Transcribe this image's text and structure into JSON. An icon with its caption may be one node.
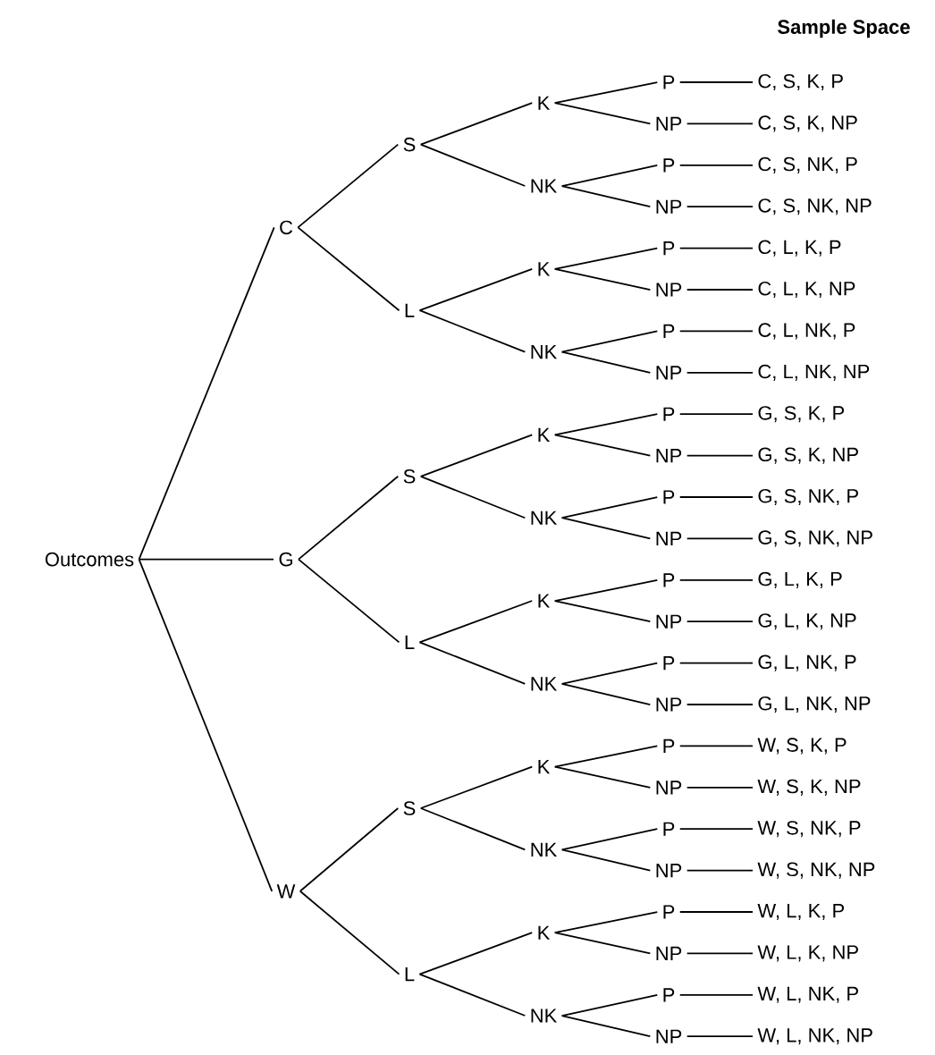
{
  "diagram": {
    "nodes": [
      {
        "text": [
          "Outcomes"
        ]
      },
      {
        "text": [
          "C"
        ]
      },
      {
        "text": [
          "S"
        ]
      },
      {
        "text": [
          "K"
        ]
      },
      {
        "text": [
          "P"
        ]
      },
      {
        "text": [
          "C, S, K, P"
        ]
      },
      {
        "text": [
          "NP"
        ]
      },
      {
        "text": [
          "C, S, K, NP"
        ]
      },
      {
        "text": [
          "NK"
        ]
      },
      {
        "text": [
          "P"
        ]
      },
      {
        "text": [
          "C, S, NK, P"
        ]
      },
      {
        "text": [
          "NP"
        ]
      },
      {
        "text": [
          "C, S, NK, NP"
        ]
      },
      {
        "text": [
          "L"
        ]
      },
      {
        "text": [
          "K"
        ]
      },
      {
        "text": [
          "P"
        ]
      },
      {
        "text": [
          "C, L, K, P"
        ]
      },
      {
        "text": [
          "NP"
        ]
      },
      {
        "text": [
          "C, L, K, NP"
        ]
      },
      {
        "text": [
          "NK"
        ]
      },
      {
        "text": [
          "P"
        ]
      },
      {
        "text": [
          "C, L, NK, P"
        ]
      },
      {
        "text": [
          "NP"
        ]
      },
      {
        "text": [
          "C, L, NK, NP"
        ]
      },
      {
        "text": [
          "G"
        ]
      },
      {
        "text": [
          "S"
        ]
      },
      {
        "text": [
          "K"
        ]
      },
      {
        "text": [
          "P"
        ]
      },
      {
        "text": [
          "G, S, K, P"
        ]
      },
      {
        "text": [
          "NP"
        ]
      },
      {
        "text": [
          "G, S, K, NP"
        ]
      },
      {
        "text": [
          "NK"
        ]
      },
      {
        "text": [
          "P"
        ]
      },
      {
        "text": [
          "G, S, NK, P"
        ]
      },
      {
        "text": [
          "NP"
        ]
      },
      {
        "text": [
          "G, S, NK, NP"
        ]
      },
      {
        "text": [
          "L"
        ]
      },
      {
        "text": [
          "K"
        ]
      },
      {
        "text": [
          "P"
        ]
      },
      {
        "text": [
          "G, L, K, P"
        ]
      },
      {
        "text": [
          "NP"
        ]
      },
      {
        "text": [
          "G, L, K, NP"
        ]
      },
      {
        "text": [
          "NK"
        ]
      },
      {
        "text": [
          "P"
        ]
      },
      {
        "text": [
          "G, L, NK, P"
        ]
      },
      {
        "text": [
          "NP"
        ]
      },
      {
        "text": [
          "G, L, NK, NP"
        ]
      },
      {
        "text": [
          "W"
        ]
      },
      {
        "text": [
          "S"
        ]
      },
      {
        "text": [
          "K"
        ]
      },
      {
        "text": [
          "P"
        ]
      },
      {
        "text": [
          "W, S, K, P"
        ]
      },
      {
        "text": [
          "NP"
        ]
      },
      {
        "text": [
          "W, S, K, NP"
        ]
      },
      {
        "text": [
          "NK"
        ]
      },
      {
        "text": [
          "P"
        ]
      },
      {
        "text": [
          "W, S, NK, P"
        ]
      },
      {
        "text": [
          "NP"
        ]
      },
      {
        "text": [
          "W, S, NK, NP"
        ]
      },
      {
        "text": [
          "L"
        ]
      },
      {
        "text": [
          "K"
        ]
      },
      {
        "text": [
          "P"
        ]
      },
      {
        "text": [
          "W, L, K, P"
        ]
      },
      {
        "text": [
          "NP"
        ]
      },
      {
        "text": [
          "W, L, K, NP"
        ]
      },
      {
        "text": [
          "NK"
        ]
      },
      {
        "text": [
          "P"
        ]
      },
      {
        "text": [
          "W, L, NK, P"
        ]
      },
      {
        "text": [
          "NP"
        ]
      },
      {
        "text": [
          "W, L, NK, NP"
        ]
      }
    ],
    "edges": [
      {
        "from": 0,
        "to": 1,
        "arrow": "none"
      },
      {
        "from": 1,
        "to": 2,
        "arrow": "none"
      },
      {
        "from": 2,
        "to": 3,
        "arrow": "none"
      },
      {
        "from": 3,
        "to": 4,
        "arrow": "none"
      },
      {
        "from": 4,
        "to": 5,
        "arrow": "none"
      },
      {
        "from": 3,
        "to": 6,
        "arrow": "none"
      },
      {
        "from": 6,
        "to": 7,
        "arrow": "none"
      },
      {
        "from": 2,
        "to": 8,
        "arrow": "none"
      },
      {
        "from": 8,
        "to": 9,
        "arrow": "none"
      },
      {
        "from": 9,
        "to": 10,
        "arrow": "none"
      },
      {
        "from": 8,
        "to": 11,
        "arrow": "none"
      },
      {
        "from": 11,
        "to": 12,
        "arrow": "none"
      },
      {
        "from": 1,
        "to": 13,
        "arrow": "none"
      },
      {
        "from": 13,
        "to": 14,
        "arrow": "none"
      },
      {
        "from": 14,
        "to": 15,
        "arrow": "none"
      },
      {
        "from": 15,
        "to": 16,
        "arrow": "none"
      },
      {
        "from": 14,
        "to": 17,
        "arrow": "none"
      },
      {
        "from": 17,
        "to": 18,
        "arrow": "none"
      },
      {
        "from": 13,
        "to": 19,
        "arrow": "none"
      },
      {
        "from": 19,
        "to": 20,
        "arrow": "none"
      },
      {
        "from": 20,
        "to": 21,
        "arrow": "none"
      },
      {
        "from": 19,
        "to": 22,
        "arrow": "none"
      },
      {
        "from": 22,
        "to": 23,
        "arrow": "none"
      },
      {
        "from": 0,
        "to": 24,
        "arrow": "none"
      },
      {
        "from": 24,
        "to": 25,
        "arrow": "none"
      },
      {
        "from": 25,
        "to": 26,
        "arrow": "none"
      },
      {
        "from": 26,
        "to": 27,
        "arrow": "none"
      },
      {
        "from": 27,
        "to": 28,
        "arrow": "none"
      },
      {
        "from": 26,
        "to": 29,
        "arrow": "none"
      },
      {
        "from": 29,
        "to": 30,
        "arrow": "none"
      },
      {
        "from": 25,
        "to": 31,
        "arrow": "none"
      },
      {
        "from": 31,
        "to": 32,
        "arrow": "none"
      },
      {
        "from": 32,
        "to": 33,
        "arrow": "none"
      },
      {
        "from": 31,
        "to": 34,
        "arrow": "none"
      },
      {
        "from": 34,
        "to": 35,
        "arrow": "none"
      },
      {
        "from": 24,
        "to": 36,
        "arrow": "none"
      },
      {
        "from": 36,
        "to": 37,
        "arrow": "none"
      },
      {
        "from": 37,
        "to": 38,
        "arrow": "none"
      },
      {
        "from": 38,
        "to": 39,
        "arrow": "none"
      },
      {
        "from": 37,
        "to": 40,
        "arrow": "none"
      },
      {
        "from": 40,
        "to": 41,
        "arrow": "none"
      },
      {
        "from": 36,
        "to": 42,
        "arrow": "none"
      },
      {
        "from": 42,
        "to": 43,
        "arrow": "none"
      },
      {
        "from": 43,
        "to": 44,
        "arrow": "none"
      },
      {
        "from": 42,
        "to": 45,
        "arrow": "none"
      },
      {
        "from": 45,
        "to": 46,
        "arrow": "none"
      },
      {
        "from": 0,
        "to": 47,
        "arrow": "none"
      },
      {
        "from": 47,
        "to": 48,
        "arrow": "none"
      },
      {
        "from": 48,
        "to": 49,
        "arrow": "none"
      },
      {
        "from": 49,
        "to": 50,
        "arrow": "none"
      },
      {
        "from": 50,
        "to": 51,
        "arrow": "none"
      },
      {
        "from": 49,
        "to": 52,
        "arrow": "none"
      },
      {
        "from": 52,
        "to": 53,
        "arrow": "none"
      },
      {
        "from": 48,
        "to": 54,
        "arrow": "none"
      },
      {
        "from": 54,
        "to": 55,
        "arrow": "none"
      },
      {
        "from": 55,
        "to": 56,
        "arrow": "none"
      },
      {
        "from": 54,
        "to": 57,
        "arrow": "none"
      },
      {
        "from": 57,
        "to": 58,
        "arrow": "none"
      },
      {
        "from": 47,
        "to": 59,
        "arrow": "none"
      },
      {
        "from": 59,
        "to": 60,
        "arrow": "none"
      },
      {
        "from": 60,
        "to": 61,
        "arrow": "none"
      },
      {
        "from": 61,
        "to": 62,
        "arrow": "none"
      },
      {
        "from": 60,
        "to": 63,
        "arrow": "none"
      },
      {
        "from": 63,
        "to": 64,
        "arrow": "none"
      },
      {
        "from": 59,
        "to": 65,
        "arrow": "none"
      },
      {
        "from": 65,
        "to": 66,
        "arrow": "none"
      },
      {
        "from": 66,
        "to": 67,
        "arrow": "none"
      },
      {
        "from": 65,
        "to": 68,
        "arrow": "none"
      },
      {
        "from": 68,
        "to": 69,
        "arrow": "none"
      }
    ],
    "labels": [
      "Sample Space"
    ]
  }
}
